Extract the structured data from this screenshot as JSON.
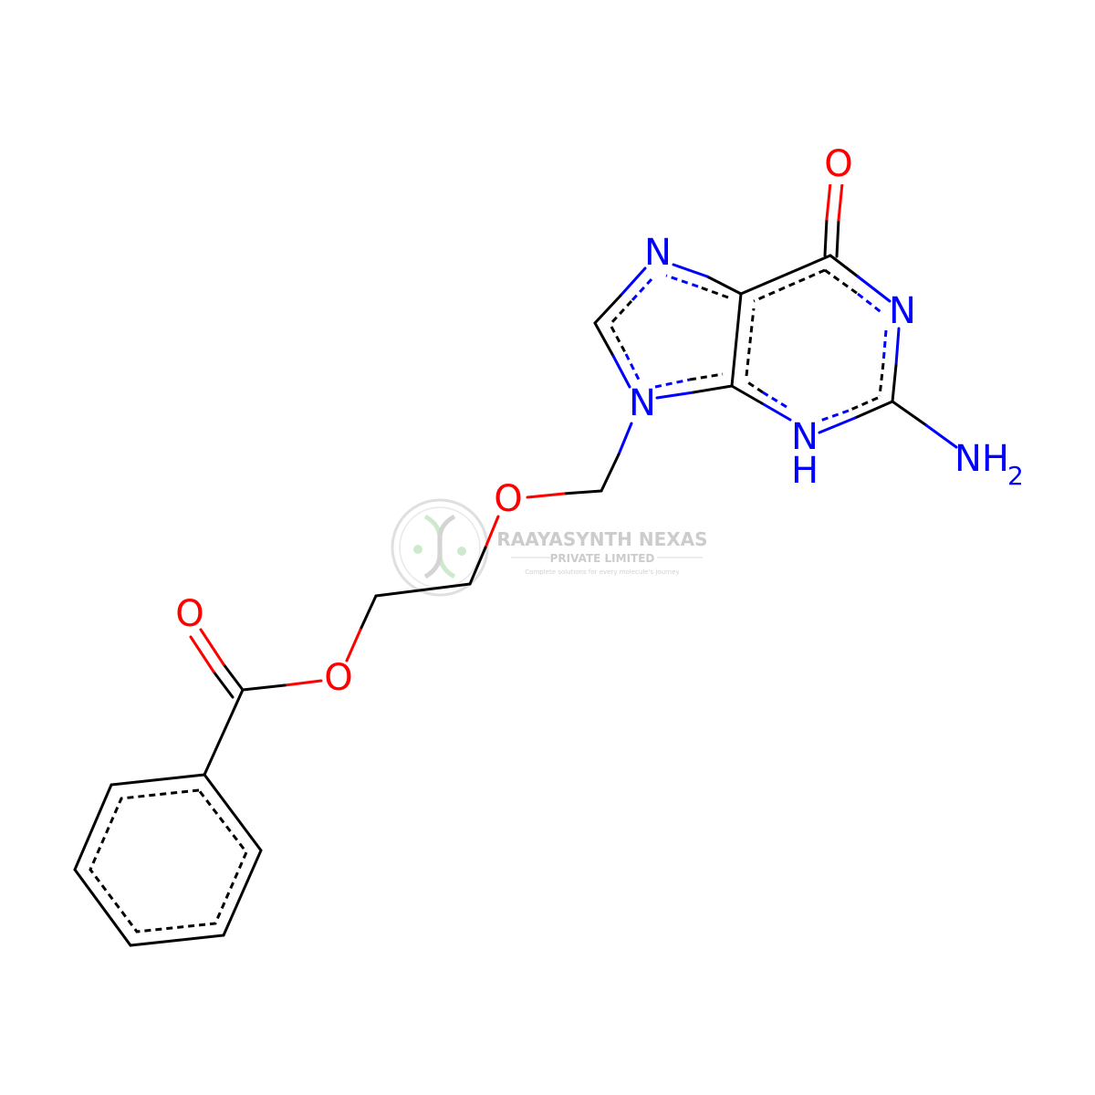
{
  "colors": {
    "carbon": "#000000",
    "nitrogen": "#0000ff",
    "oxygen": "#ff0000",
    "watermark": "#c7c7c7",
    "watermark_logo_green": "#b9e3b9"
  },
  "atoms": {
    "o_carbonyl_top": "O",
    "n7": "N",
    "n1": "N",
    "n9": "N",
    "n3": "N",
    "n3_h": "H",
    "nh2_n": "NH",
    "nh2_sub": "2",
    "o_ether": "O",
    "o_ester": "O",
    "o_carbonyl_ester": "O"
  },
  "watermark": {
    "company": "RAAYASYNTH NEXAS",
    "subtitle": "PRIVATE LIMITED",
    "tagline": "Complete solutions for every molecule's journey",
    "logo": "dna-helix-logo"
  }
}
